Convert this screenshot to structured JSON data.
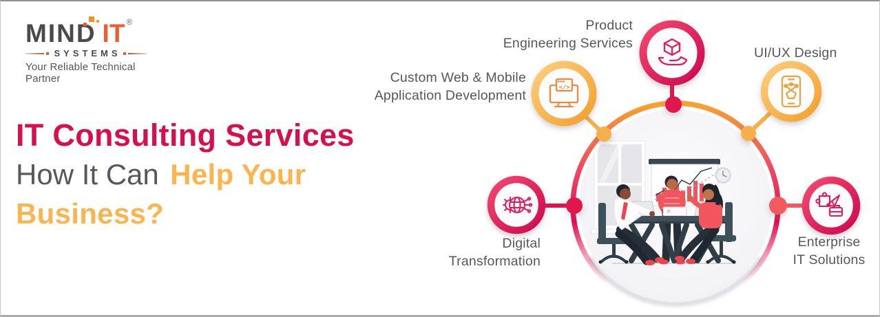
{
  "page": {
    "type": "marketing-banner",
    "background": "#FFFFFF",
    "accent_colors": {
      "crimson": "#D5104C",
      "logo_orange": "#F15C2C",
      "yellow": "#FBB550",
      "gray_text": "#56575A",
      "ring_gradient_top": "#F8A32F",
      "ring_gradient_bottom": "#E30D4F"
    }
  },
  "logo": {
    "brand_primary": "MIND",
    "brand_secondary": "IT",
    "registered_mark": "®",
    "sub_brand": "SYSTEMS",
    "tagline": "Your Reliable Technical Partner"
  },
  "headline": {
    "line1": "IT Consulting Services",
    "line2_prefix": "How It Can",
    "line2_accent": "Help Your",
    "line3": "Business?"
  },
  "diagram": {
    "center_illustration": "team-meeting-presentation",
    "items": [
      {
        "id": "custom-web-mobile-development",
        "icon": "code-monitor-icon",
        "icon_glyph": "</>",
        "theme": "yellow",
        "label_lines": [
          "Custom Web & Mobile",
          "Application Development"
        ]
      },
      {
        "id": "product-engineering-services",
        "icon": "hand-holding-box-icon",
        "theme": "pink",
        "label_lines": [
          "Product",
          "Engineering Services"
        ]
      },
      {
        "id": "ui-ux-design",
        "icon": "mobile-pen-tool-icon",
        "theme": "yellow",
        "label_lines": [
          "UI/UX Design"
        ]
      },
      {
        "id": "digital-transformation",
        "icon": "globe-gear-circuit-icon",
        "theme": "pink",
        "label_lines": [
          "Digital",
          "Transformation"
        ]
      },
      {
        "id": "enterprise-it-solutions",
        "icon": "puzzle-plane-briefcase-icon",
        "theme": "pink",
        "label_lines": [
          "Enterprise",
          "IT Solutions"
        ]
      }
    ]
  }
}
